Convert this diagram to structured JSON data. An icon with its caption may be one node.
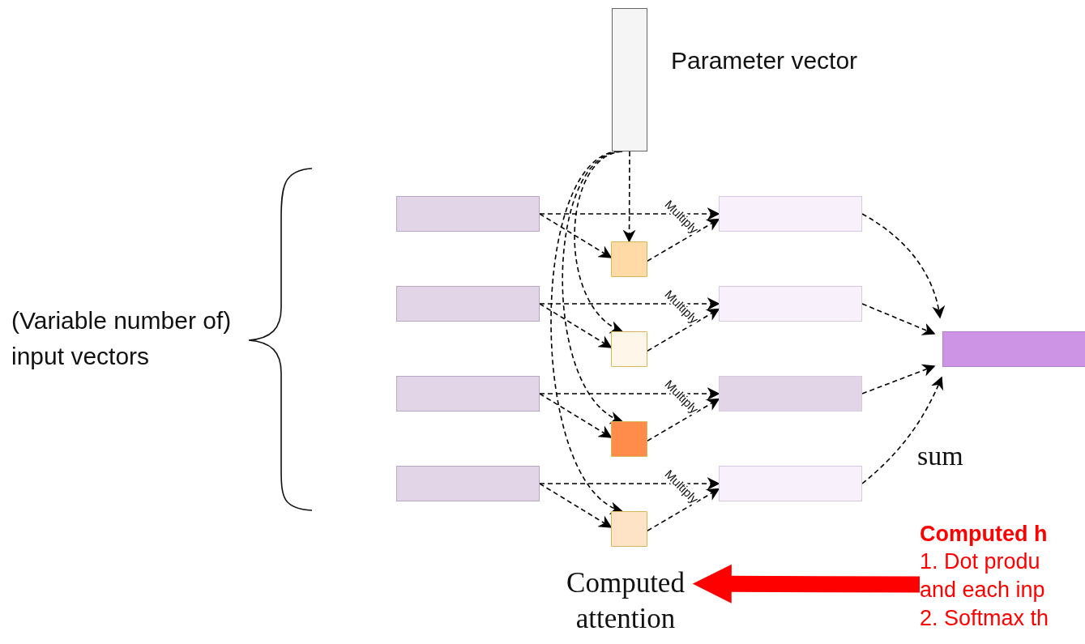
{
  "diagram": {
    "nodes": [
      {
        "text": [],
        "shape": "bar",
        "beside": [
          "Parameter vector"
        ]
      },
      {
        "text": [],
        "shape": "bar"
      },
      {
        "text": [],
        "shape": "bar"
      },
      {
        "text": [],
        "shape": "bar"
      },
      {
        "text": [],
        "shape": "bar"
      },
      {
        "text": [],
        "shape": "box"
      },
      {
        "text": [],
        "shape": "box"
      },
      {
        "text": [],
        "shape": "box"
      },
      {
        "text": [],
        "shape": "box"
      },
      {
        "text": [],
        "shape": "bar"
      },
      {
        "text": [],
        "shape": "bar"
      },
      {
        "text": [],
        "shape": "bar"
      },
      {
        "text": [],
        "shape": "bar"
      },
      {
        "text": [],
        "shape": "bar"
      },
      {
        "text": [
          "Computed attention"
        ]
      },
      {
        "text": [
          "Computed h",
          "1. Dot produ and each inp 2. Softmax th"
        ]
      }
    ],
    "edges": [
      {
        "from": 0,
        "to": 5,
        "arrow": "to",
        "style": "dashed"
      },
      {
        "from": 1,
        "to": 5,
        "arrow": "to",
        "style": "dashed"
      },
      {
        "from": 1,
        "to": 9,
        "arrow": "to",
        "style": "dashed"
      },
      {
        "from": 5,
        "to": 9,
        "arrow": "to",
        "style": "dashed",
        "label": "Multiply"
      },
      {
        "from": 9,
        "to": 13,
        "arrow": "to",
        "style": "dashed"
      },
      {
        "from": 0,
        "to": 6,
        "arrow": "to",
        "style": "dashed"
      },
      {
        "from": 2,
        "to": 6,
        "arrow": "to",
        "style": "dashed"
      },
      {
        "from": 2,
        "to": 10,
        "arrow": "to",
        "style": "dashed"
      },
      {
        "from": 6,
        "to": 10,
        "arrow": "to",
        "style": "dashed",
        "label": "Multiply"
      },
      {
        "from": 10,
        "to": 13,
        "arrow": "to",
        "style": "dashed"
      },
      {
        "from": 0,
        "to": 7,
        "arrow": "to",
        "style": "dashed"
      },
      {
        "from": 3,
        "to": 7,
        "arrow": "to",
        "style": "dashed"
      },
      {
        "from": 3,
        "to": 11,
        "arrow": "to",
        "style": "dashed"
      },
      {
        "from": 7,
        "to": 11,
        "arrow": "to",
        "style": "dashed",
        "label": "Multiply"
      },
      {
        "from": 11,
        "to": 13,
        "arrow": "to",
        "style": "dashed"
      },
      {
        "from": 0,
        "to": 8,
        "arrow": "to",
        "style": "dashed"
      },
      {
        "from": 4,
        "to": 8,
        "arrow": "to",
        "style": "dashed"
      },
      {
        "from": 4,
        "to": 12,
        "arrow": "to",
        "style": "dashed"
      },
      {
        "from": 8,
        "to": 12,
        "arrow": "to",
        "style": "dashed",
        "label": "Multiply"
      },
      {
        "from": 12,
        "to": 13,
        "arrow": "to",
        "style": "dashed"
      },
      {
        "from": 15,
        "to": 14,
        "arrow": "to",
        "style": "thick",
        "color": "#ff0000"
      }
    ],
    "labels": [
      "(Variable number of) input vectors",
      "sum"
    ]
  }
}
